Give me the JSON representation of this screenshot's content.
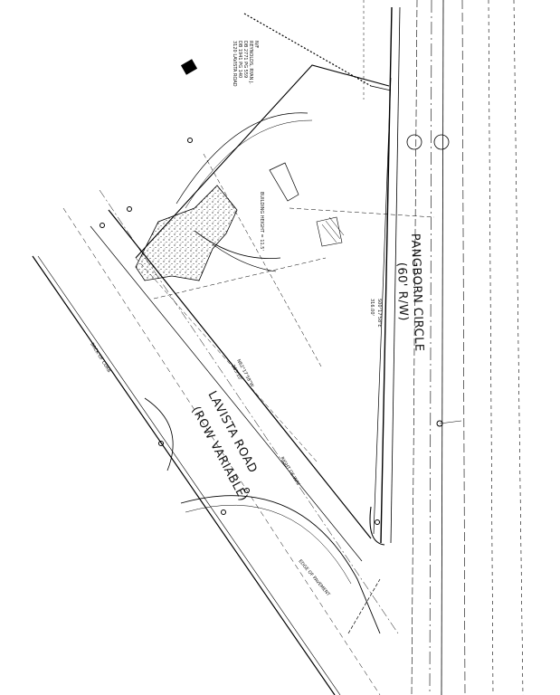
{
  "roads": {
    "lavista": {
      "name": "LAVISTA ROAD",
      "row": "(ROW VARIABLE)"
    },
    "pangborn": {
      "name": "PANGBORN CIRCLE",
      "row": "(60' R/W)"
    }
  },
  "notes": {
    "owner_block": [
      "N/F",
      "REYNOLDS, RYAN J.",
      "DB 2771 PG 559",
      "DB 1941 PG 140",
      "3120 LAVISTA ROAD"
    ],
    "building": [
      "BUILDING HEIGHT = 11.5'"
    ],
    "bearing_1": "N62°17'58\"W",
    "distance_1": "265.10'",
    "bearing_2": "S00°17'58\"E",
    "distance_2": "316.00'",
    "back_of_curb": "BACK OF CURB",
    "right_of_way": "RIGHT OF WAY",
    "edge_of_pavement": "EDGE OF PAVEMENT"
  },
  "colors": {
    "ink": "#000000",
    "paper": "#ffffff"
  }
}
